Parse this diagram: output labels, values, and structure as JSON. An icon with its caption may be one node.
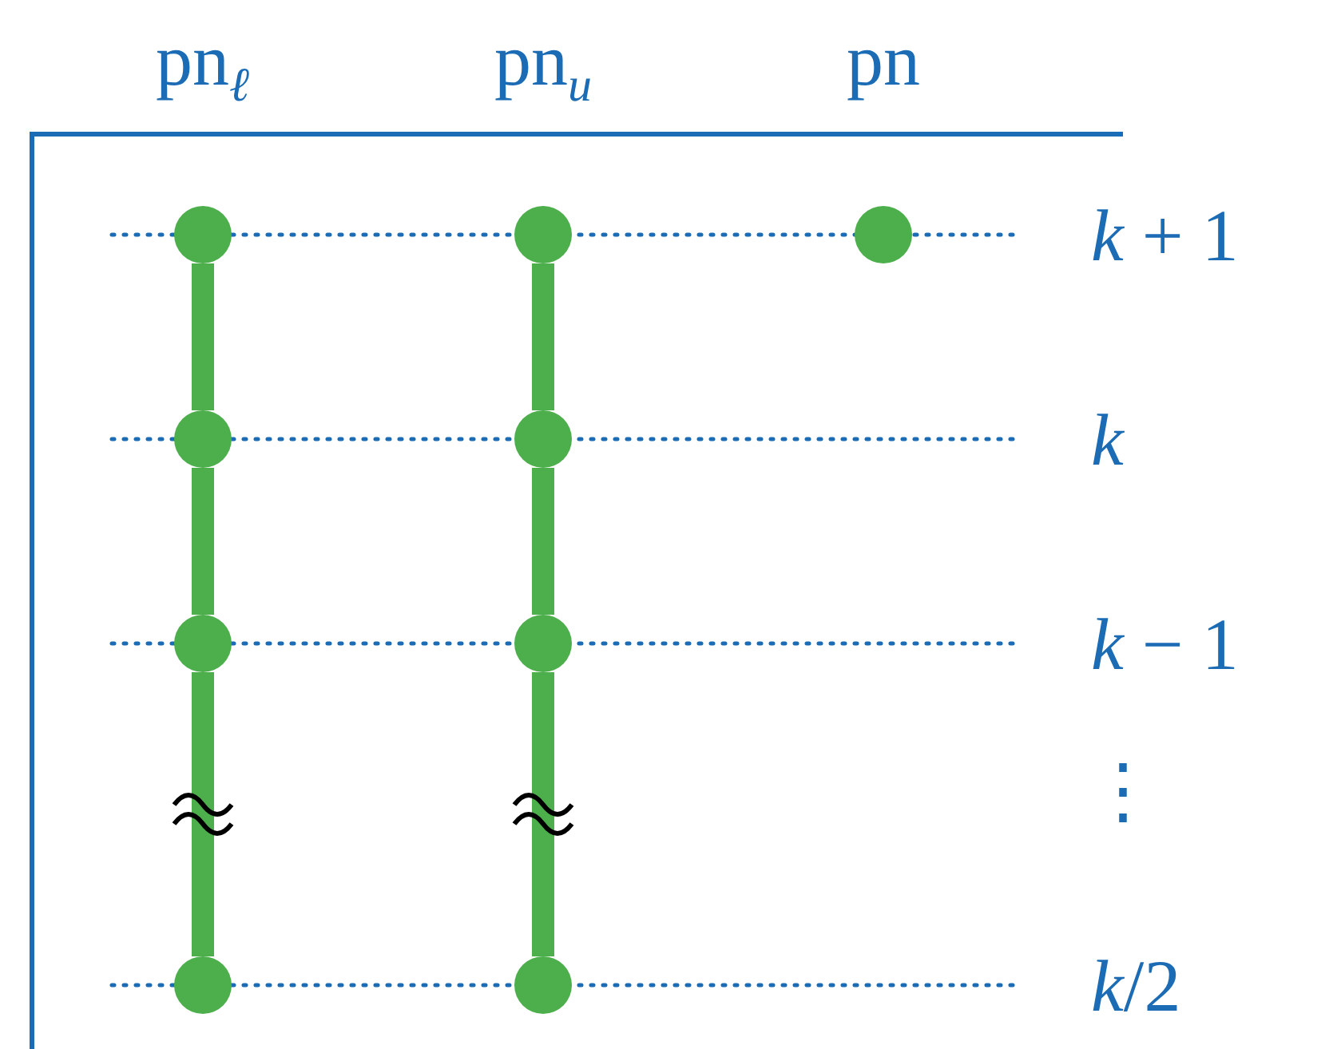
{
  "diagram": {
    "nodes": [
      {
        "text": [],
        "shape": "circle"
      },
      {
        "text": [],
        "shape": "circle"
      },
      {
        "text": [],
        "shape": "circle"
      },
      {
        "text": [],
        "shape": "circle"
      },
      {
        "text": [],
        "shape": "circle"
      },
      {
        "text": [],
        "shape": "circle"
      },
      {
        "text": [],
        "shape": "circle"
      },
      {
        "text": [],
        "shape": "circle"
      },
      {
        "text": [],
        "shape": "circle"
      }
    ],
    "edges": [
      {
        "from": 0,
        "to": 3,
        "arrow": "none"
      },
      {
        "from": 3,
        "to": 5,
        "arrow": "none"
      },
      {
        "from": 5,
        "to": 7,
        "arrow": "none"
      },
      {
        "from": 1,
        "to": 4,
        "arrow": "none"
      },
      {
        "from": 4,
        "to": 6,
        "arrow": "none"
      },
      {
        "from": 6,
        "to": 8,
        "arrow": "none"
      }
    ],
    "labels": [
      "pn$_{ℓ}$",
      "pn$_{u}$",
      "pn",
      "*k* + 1",
      "*k*",
      "*k* − 1",
      "⋮",
      "*k*/2"
    ]
  }
}
